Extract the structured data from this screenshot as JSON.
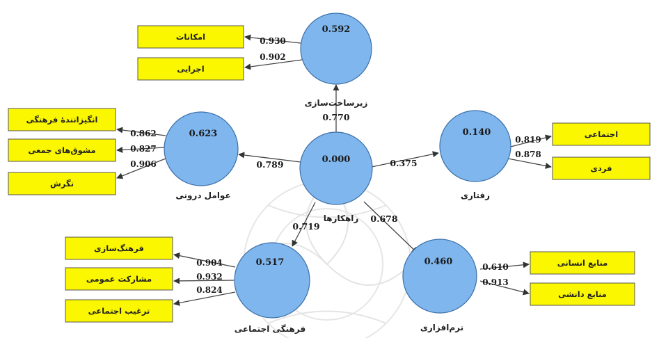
{
  "constructs": {
    "strategies": {
      "label": "راهکارها",
      "r2": "0.000"
    },
    "infrastructure": {
      "label": "زیرساخت‌سازی",
      "r2": "0.592"
    },
    "internal_factors": {
      "label": "عوامل درونی",
      "r2": "0.623"
    },
    "behavioral": {
      "label": "رفتاری",
      "r2": "0.140"
    },
    "cultural_social": {
      "label": "فرهنگی اجتماعی",
      "r2": "0.517"
    },
    "software": {
      "label": "نرم‌افزاری",
      "r2": "0.460"
    }
  },
  "paths": {
    "to_infrastructure": "0.770",
    "to_internal_factors": "0.789",
    "to_behavioral": "0.375",
    "to_cultural_social": "0.719",
    "to_software": "0.678"
  },
  "indicators": {
    "infrastructure": [
      {
        "label": "امکانات",
        "loading": "0.930"
      },
      {
        "label": "اجرایی",
        "loading": "0.902"
      }
    ],
    "internal_factors": [
      {
        "label": "انگیزانندهٔ فرهنگی",
        "loading": "0.862"
      },
      {
        "label": "مشوق‌های جمعی",
        "loading": "0.827"
      },
      {
        "label": "نگرش",
        "loading": "0.906"
      }
    ],
    "behavioral": [
      {
        "label": "اجتماعی",
        "loading": "0.819"
      },
      {
        "label": "فردی",
        "loading": "0.878"
      }
    ],
    "cultural_social": [
      {
        "label": "فرهنگ‌سازی",
        "loading": "0.904"
      },
      {
        "label": "مشارکت عمومی",
        "loading": "0.932"
      },
      {
        "label": "ترغیب اجتماعی",
        "loading": "0.824"
      }
    ],
    "software": [
      {
        "label": "منابع انسانی",
        "loading": "0.610"
      },
      {
        "label": "منابع دانشی",
        "loading": "0.913"
      }
    ]
  },
  "colors": {
    "construct_fill": "#7fb6ee",
    "construct_stroke": "#3c6fa6",
    "indicator_fill": "#fbf700",
    "line": "#444444"
  }
}
